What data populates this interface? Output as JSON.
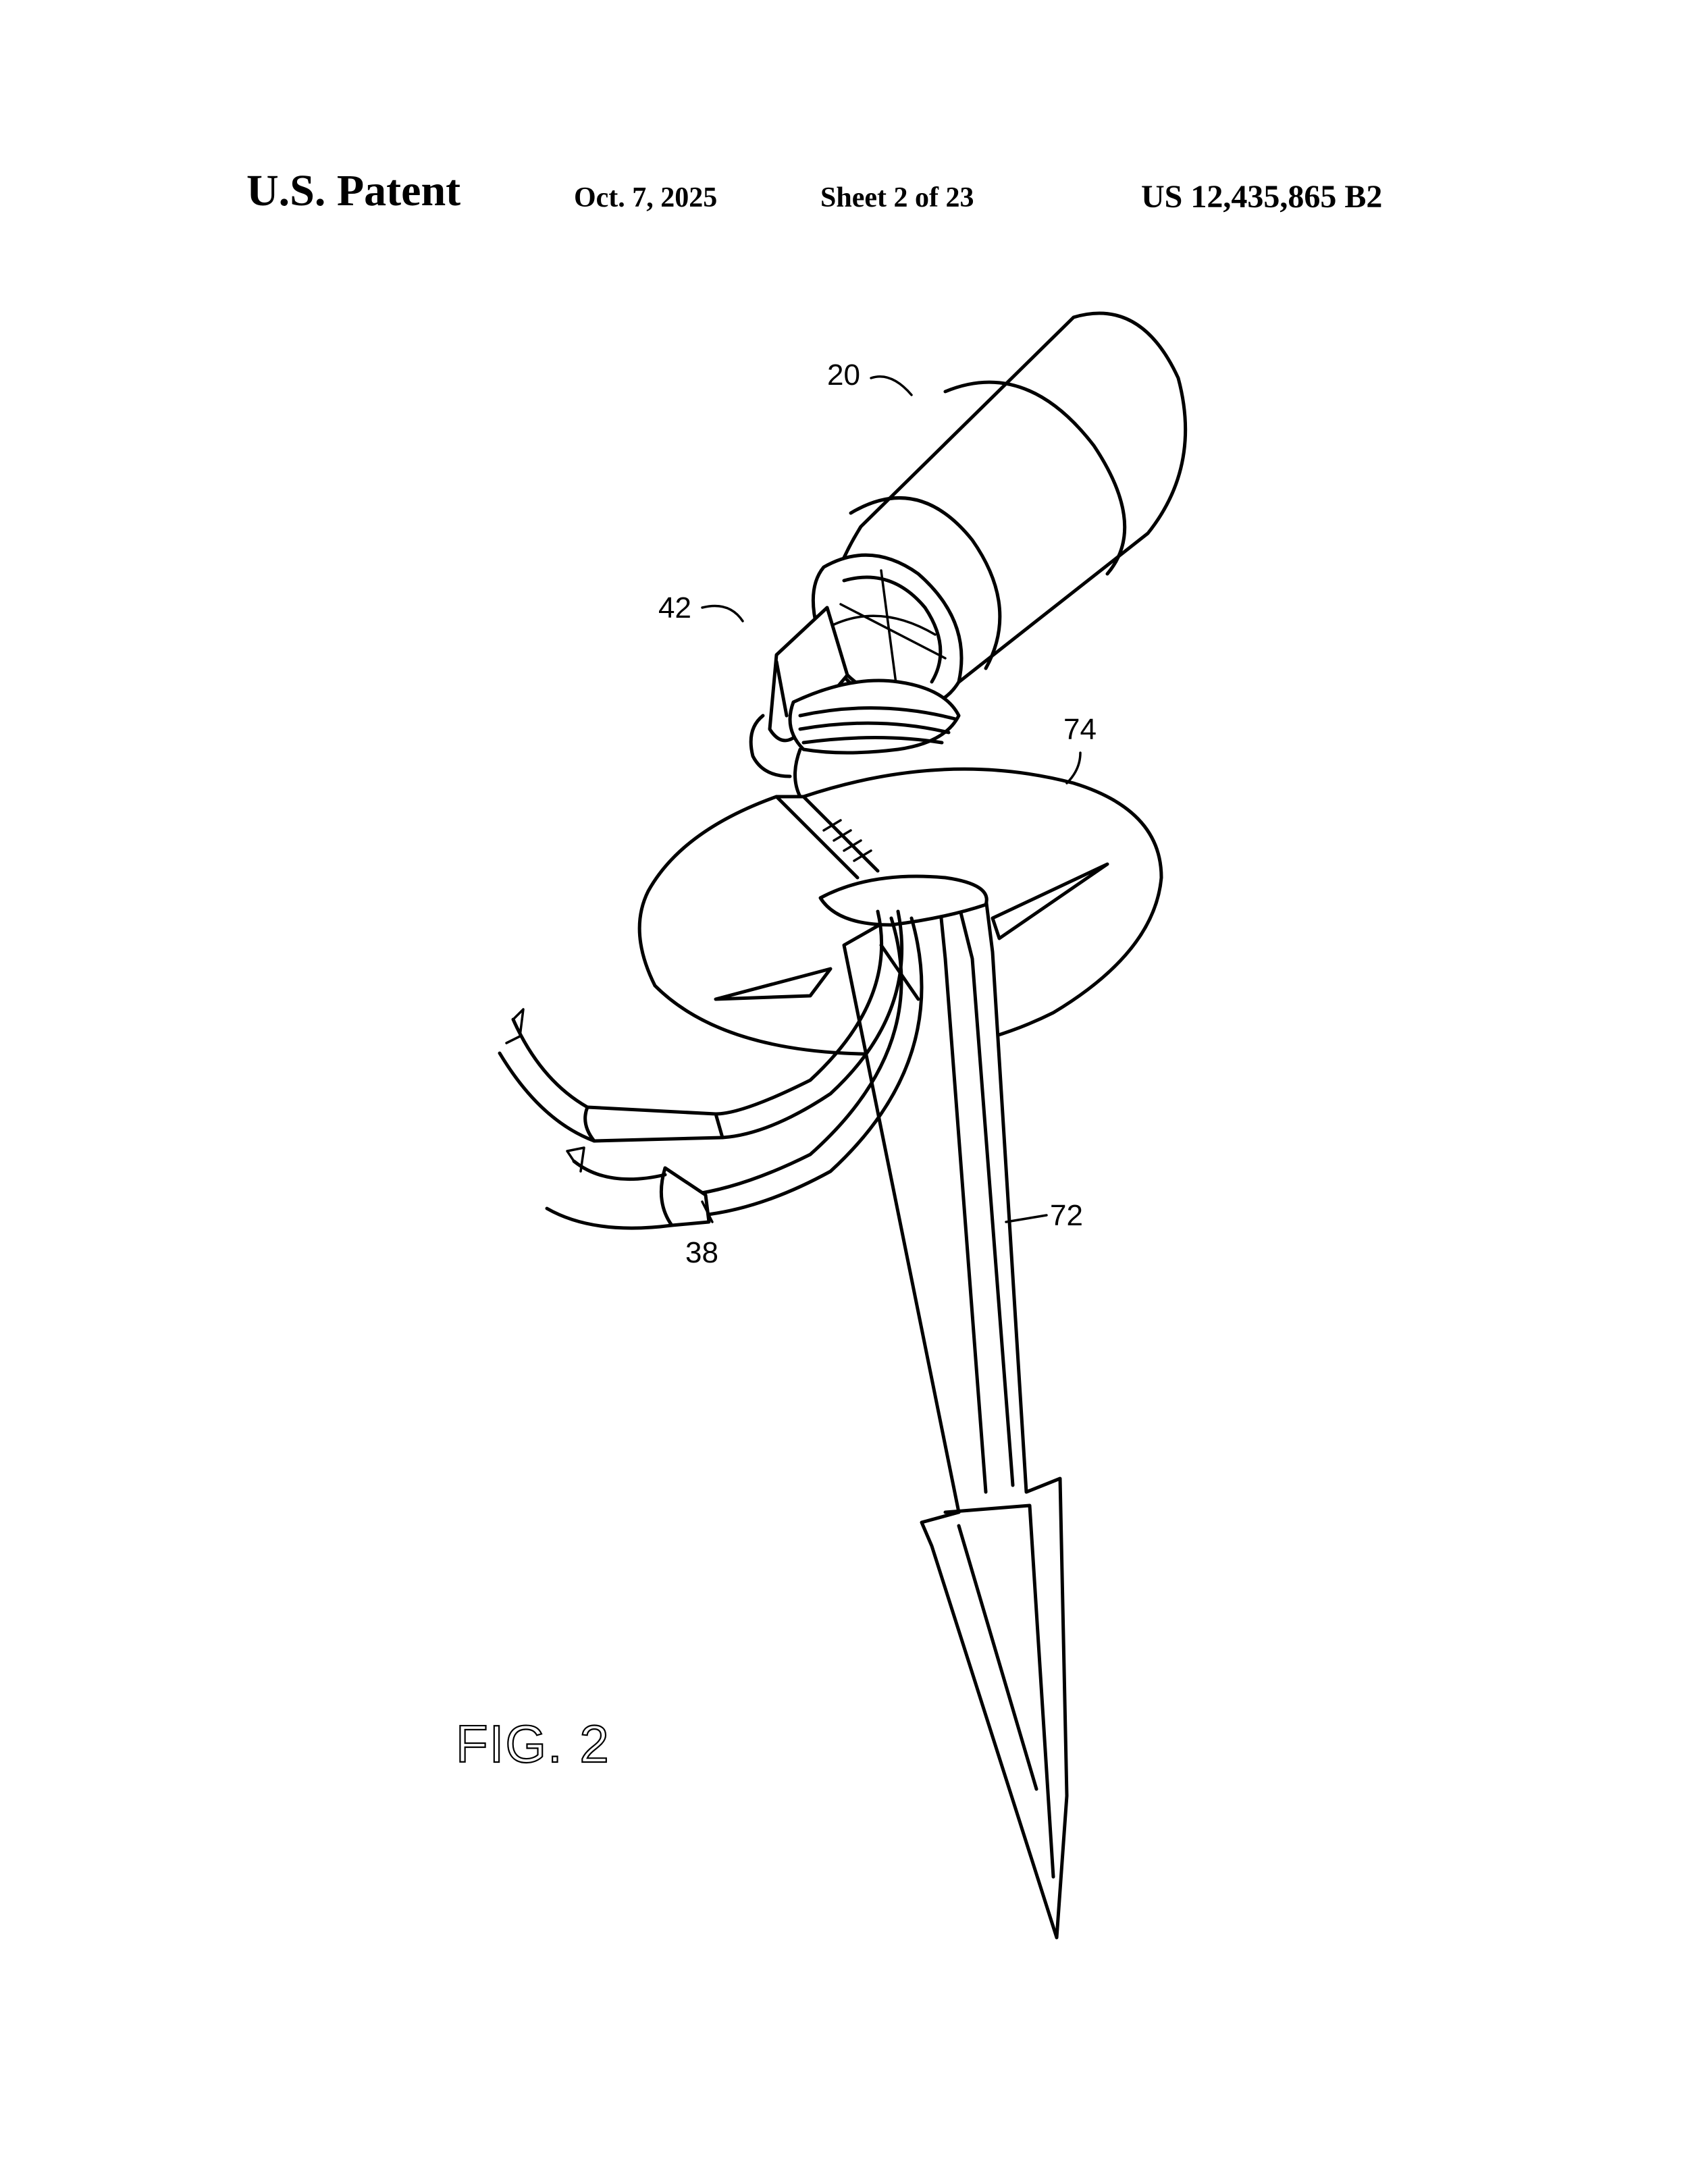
{
  "header": {
    "title": "U.S. Patent",
    "date": "Oct. 7, 2025",
    "sheet": "Sheet 2 of 23",
    "patent_number": "US 12,435,865 B2"
  },
  "figure": {
    "label": "FIG. 2",
    "reference_numerals": {
      "lamp": "20",
      "knuckle": "42",
      "flange": "74",
      "stake": "72",
      "wires": "38"
    }
  }
}
